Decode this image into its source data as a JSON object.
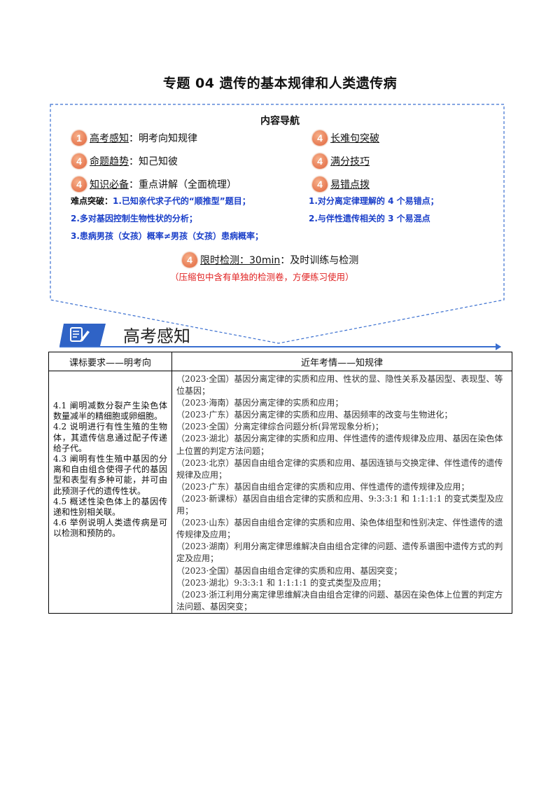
{
  "title": "专题 04  遗传的基本规律和人类遗传病",
  "nav": {
    "heading": "内容导航",
    "items": [
      {
        "num": "1",
        "name": "高考感知",
        "desc": "：明考向知规律"
      },
      {
        "num": "4",
        "name": "命题趋势",
        "desc": "：知己知彼"
      },
      {
        "num": "4",
        "name": "知识必备",
        "desc": "：重点讲解（全面梳理）"
      },
      {
        "num": "4",
        "name": "长难句突破",
        "desc": ""
      },
      {
        "num": "4",
        "name": "满分技巧",
        "desc": ""
      },
      {
        "num": "4",
        "name": "易错点拨",
        "desc": ""
      }
    ],
    "breakthrough_label": "难点突破：",
    "breakthrough": [
      "1.已知亲代求子代的“顺推型”题目；",
      "2.多对基因控制生物性状的分析；",
      "3.患病男孩（女孩）概率≠男孩（女孩）患病概率；"
    ],
    "pitfalls": [
      "1.对分离定律理解的 4 个易错点；",
      "2.与伴性遗传相关的 3 个易混点"
    ],
    "test": {
      "num": "4",
      "name": "限时检测：30min",
      "desc": "：及时训练与检测"
    },
    "note": "（压缩包中含有单独的检测卷，方便练习使用）"
  },
  "section": {
    "title": "高考感知",
    "icon": "notepad-pencil-icon"
  },
  "table": {
    "headers": [
      "课标要求——明考向",
      "近年考情——知规律"
    ],
    "left": [
      "4.1 阐明减数分裂产生染色体数量减半的精细胞或卵细胞。",
      "4.2 说明进行有性生殖的生物体，其遗传信息通过配子传递给子代。",
      "4.3 阐明有性生殖中基因的分离和自由组合使得子代的基因型和表型有多种可能，并可由此预测子代的遗传性状。",
      "4.5 概述性染色体上的基因传递和性别相关联。",
      "4.6 举例说明人类遗传病是可以检测和预防的。"
    ],
    "right": [
      "（2023·全国）基因分离定律的实质和应用、性状的显、隐性关系及基因型、表现型、等位基因；",
      "（2023·海南）基因分离定律的实质和应用；",
      "（2023·广东）基因分离定律的实质和应用、基因频率的改变与生物进化；",
      "（2023·全国）分离定律综合问题分析(异常现象分析)；",
      "（2023·湖北）基因分离定律的实质和应用、伴性遗传的遗传规律及应用、基因在染色体上位置的判定方法问题；",
      "（2023·北京）基因自由组合定律的实质和应用、基因连锁与交换定律、伴性遗传的遗传规律及应用；",
      "（2023·广东）基因自由组合定律的实质和应用、伴性遗传的遗传规律及应用；",
      "（2023·新课标）基因自由组合定律的实质和应用、9:3:3:1 和 1:1:1:1 的变式类型及应用；",
      "（2023·山东）基因自由组合定律的实质和应用、染色体组型和性别决定、伴性遗传的遗传规律及应用；",
      "（2023·湖南）利用分离定律思维解决自由组合定律的问题、遗传系谱图中遗传方式的判定及应用；",
      "（2023·全国）基因自由组合定律的实质和应用、基因突变；",
      "（2023·湖北）9:3:3:1 和 1:1:1:1 的变式类型及应用；",
      "（2023·浙江利用分离定律思维解决自由组合定律的问题、基因在染色体上位置的判定方法问题、基因突变；"
    ]
  }
}
